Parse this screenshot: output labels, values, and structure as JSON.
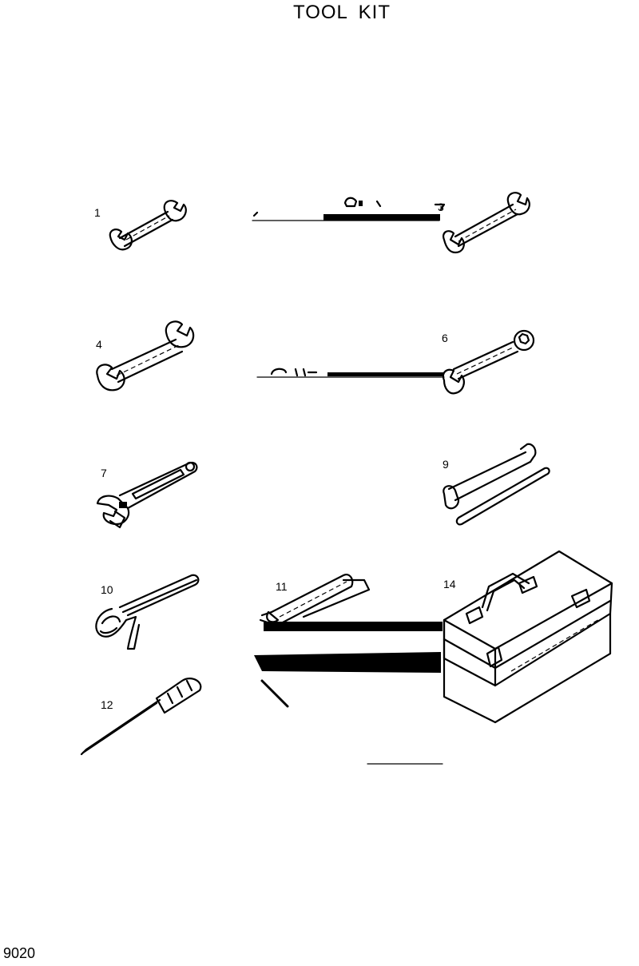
{
  "page": {
    "title": "TOOL  KIT",
    "page_code": "9020"
  },
  "items": [
    {
      "number": "1",
      "icon": "double-open-end-wrench-icon"
    },
    {
      "number": "3",
      "icon": "double-open-end-wrench-icon"
    },
    {
      "number": "4",
      "icon": "double-open-end-wrench-icon"
    },
    {
      "number": "6",
      "icon": "combination-wrench-icon"
    },
    {
      "number": "7",
      "icon": "adjustable-wrench-icon"
    },
    {
      "number": "9",
      "icon": "socket-wrench-with-bar-icon"
    },
    {
      "number": "10",
      "icon": "strap-wrench-icon"
    },
    {
      "number": "11",
      "icon": "grease-gun-icon"
    },
    {
      "number": "12",
      "icon": "screwdriver-icon"
    },
    {
      "number": "14",
      "icon": "tool-box-icon"
    }
  ]
}
